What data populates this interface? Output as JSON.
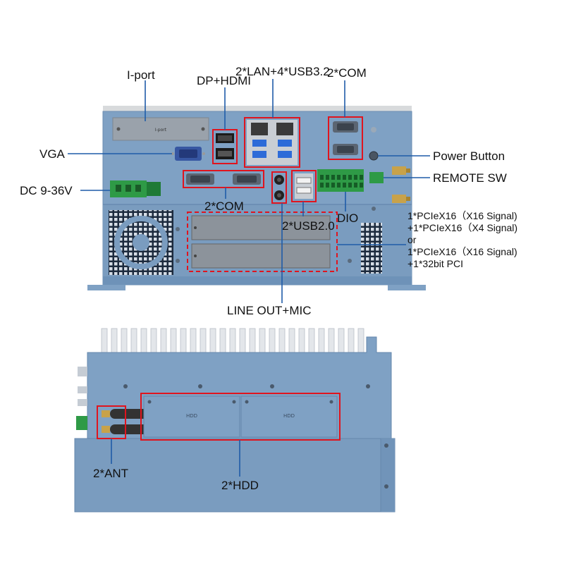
{
  "colors": {
    "chassis": "#7c9ec2",
    "chassis_light": "#a9c2db",
    "chassis_dark": "#5f83aa",
    "highlight": "#e0141e",
    "pointer": "#1f5ca8",
    "terminal": "#2e9a46"
  },
  "labels": {
    "lan_usb": "2*LAN+4*USB3.2",
    "com_top": "2*COM",
    "iport": "I-port",
    "dp_hdmi": "DP+HDMI",
    "vga": "VGA",
    "power_button": "Power Button",
    "remote_sw": "REMOTE SW",
    "dc": "DC 9-36V",
    "com_bottom": "2*COM",
    "dio": "DIO",
    "usb20": "2*USB2.0",
    "line_out_mic": "LINE OUT+MIC",
    "ant": "2*ANT",
    "hdd": "2*HDD"
  },
  "expansion_options": [
    "1*PCIeX16（X16 Signal)",
    "+1*PCIeX16（X4 Signal)",
    "or",
    "1*PCIeX16（X16 Signal)",
    "+1*32bit PCI"
  ],
  "panel_text": {
    "iport_plate": "I-port",
    "hdd_plate_1": "HDD",
    "hdd_plate_2": "HDD"
  }
}
